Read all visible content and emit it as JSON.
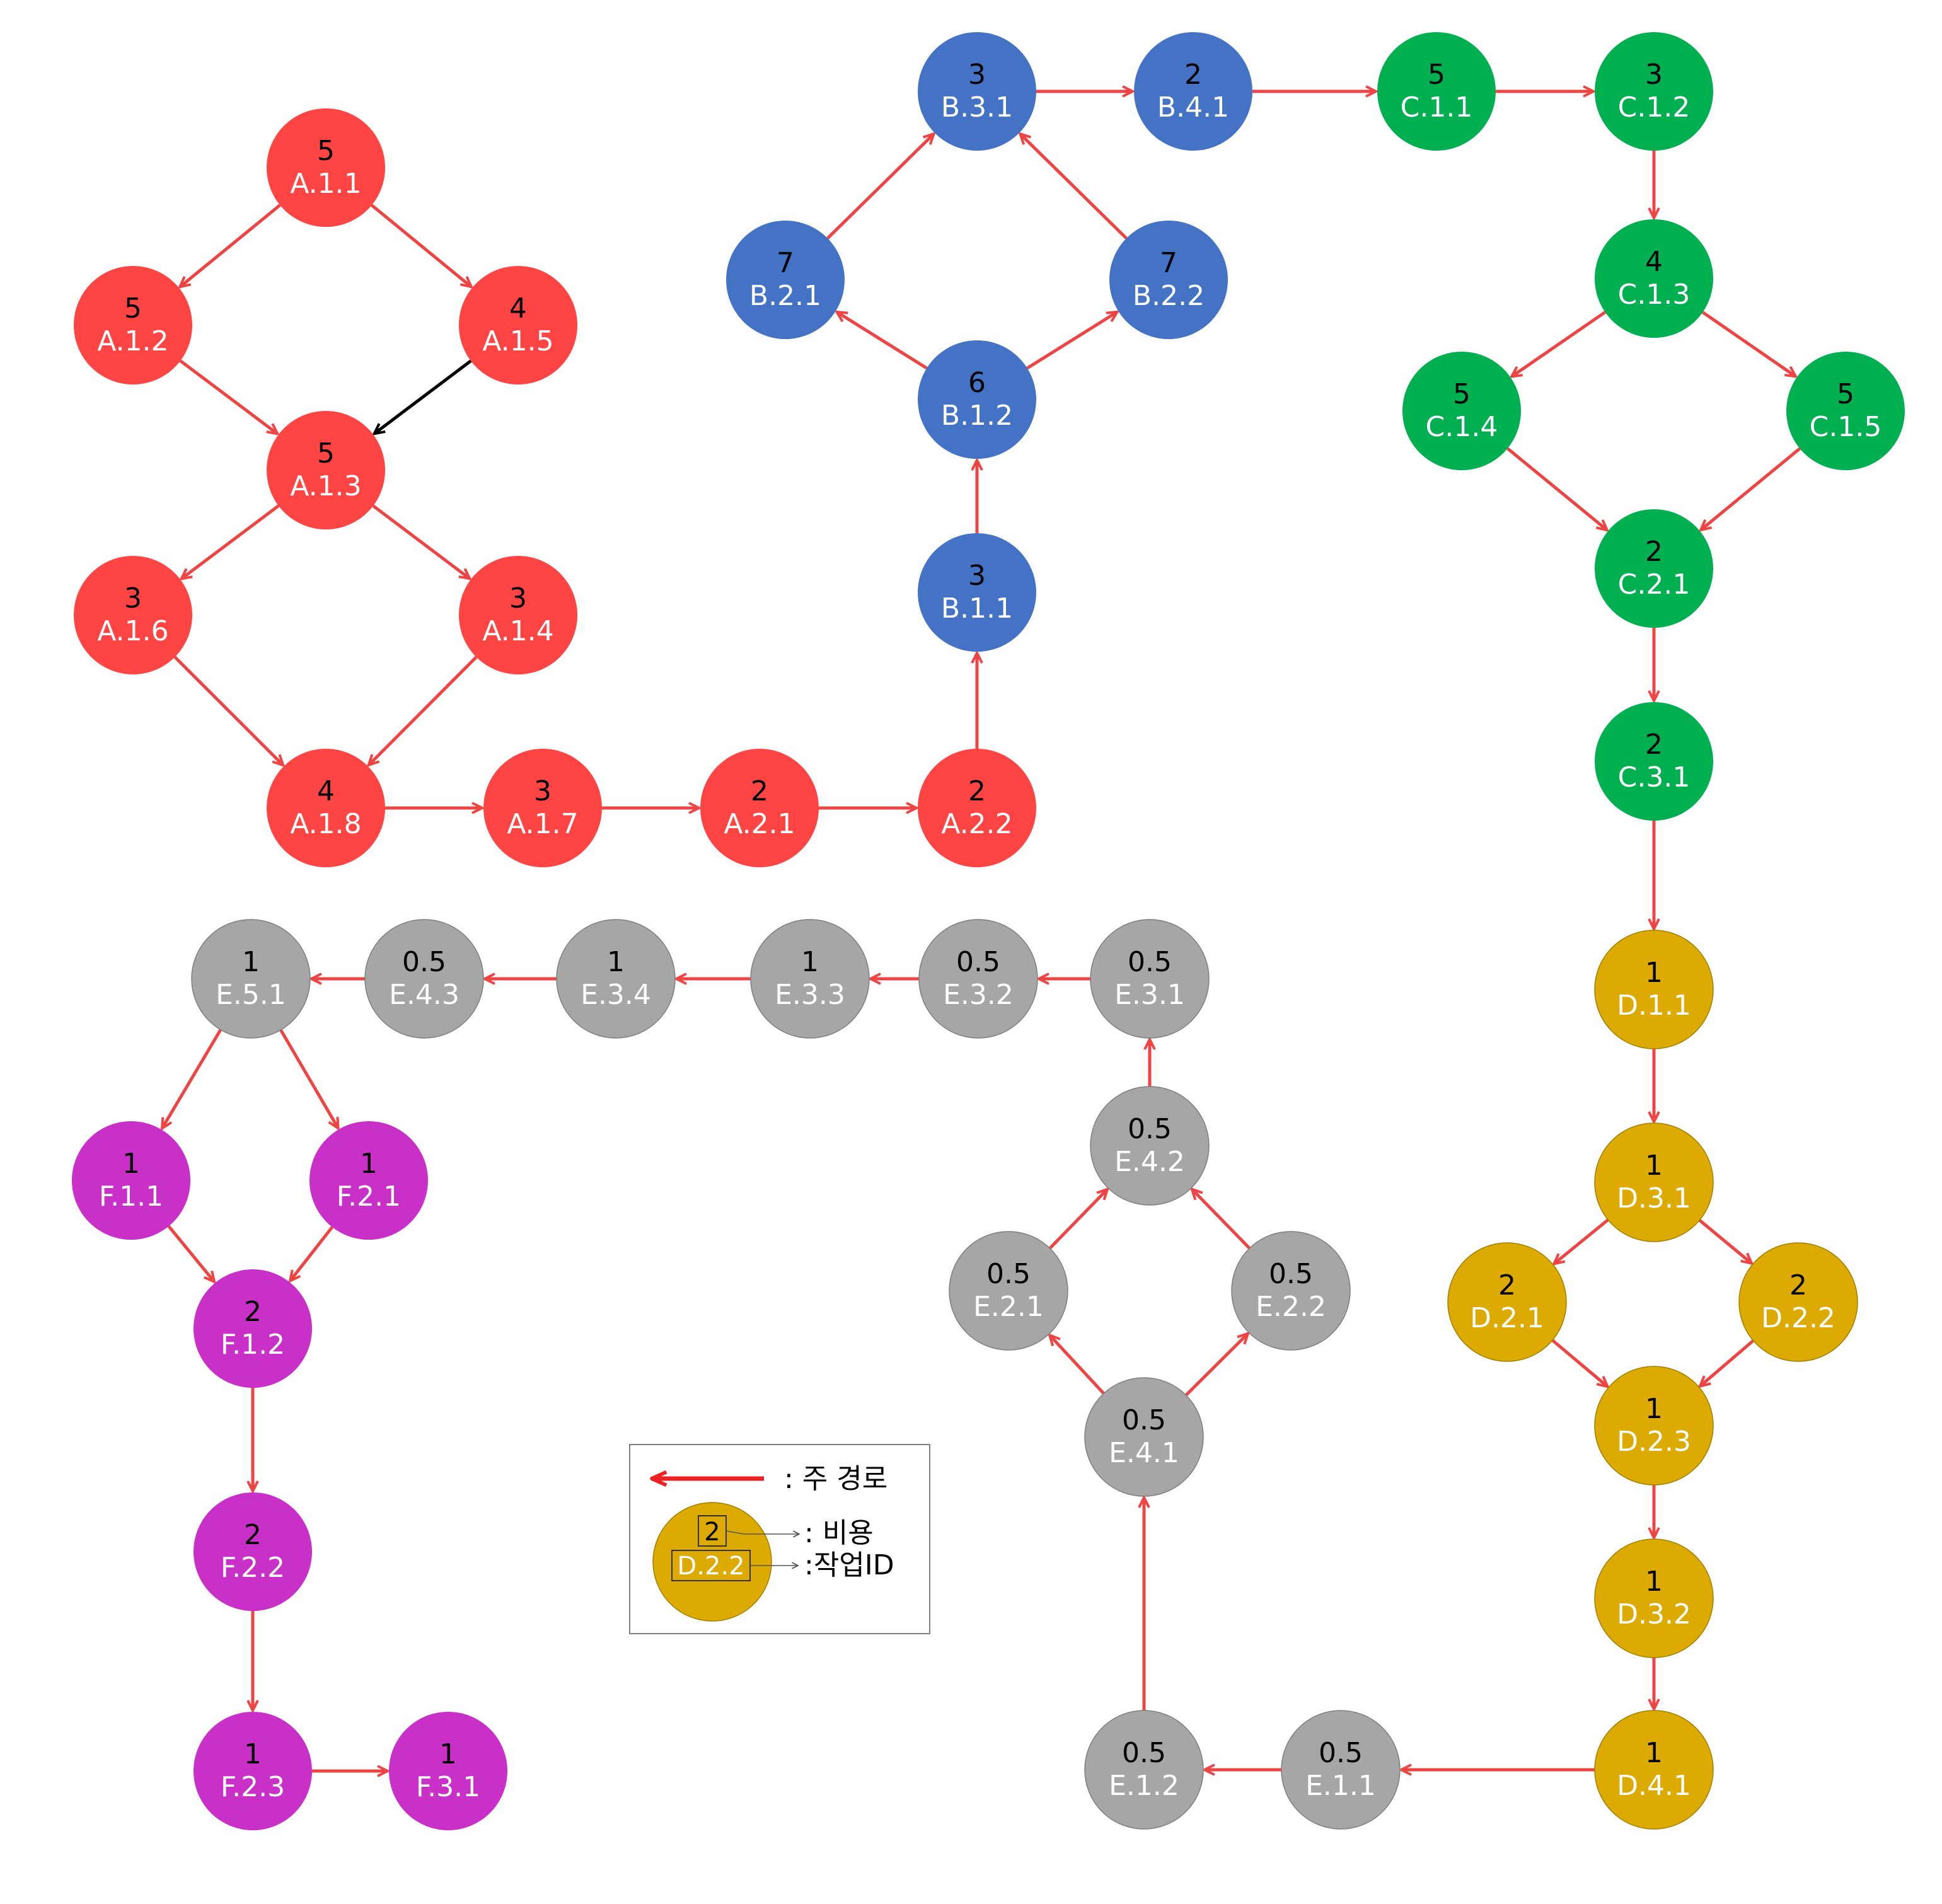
{
  "colors": {
    "A": "#ff4444",
    "B": "#4472c4",
    "C": "#00b050",
    "D": "#dcaa00",
    "E": "#a6a6a6",
    "F": "#c830c8",
    "main_edge": "#ee4444",
    "other_edge": "#000000"
  },
  "nodes": [
    {
      "id": "A.1.1",
      "cost": "5",
      "group": "A"
    },
    {
      "id": "A.1.2",
      "cost": "5",
      "group": "A"
    },
    {
      "id": "A.1.5",
      "cost": "4",
      "group": "A"
    },
    {
      "id": "A.1.3",
      "cost": "5",
      "group": "A"
    },
    {
      "id": "A.1.6",
      "cost": "3",
      "group": "A"
    },
    {
      "id": "A.1.4",
      "cost": "3",
      "group": "A"
    },
    {
      "id": "A.1.8",
      "cost": "4",
      "group": "A"
    },
    {
      "id": "A.1.7",
      "cost": "3",
      "group": "A"
    },
    {
      "id": "A.2.1",
      "cost": "2",
      "group": "A"
    },
    {
      "id": "A.2.2",
      "cost": "2",
      "group": "A"
    },
    {
      "id": "B.1.1",
      "cost": "3",
      "group": "B"
    },
    {
      "id": "B.1.2",
      "cost": "6",
      "group": "B"
    },
    {
      "id": "B.2.1",
      "cost": "7",
      "group": "B"
    },
    {
      "id": "B.2.2",
      "cost": "7",
      "group": "B"
    },
    {
      "id": "B.3.1",
      "cost": "3",
      "group": "B"
    },
    {
      "id": "B.4.1",
      "cost": "2",
      "group": "B"
    },
    {
      "id": "C.1.1",
      "cost": "5",
      "group": "C"
    },
    {
      "id": "C.1.2",
      "cost": "3",
      "group": "C"
    },
    {
      "id": "C.1.3",
      "cost": "4",
      "group": "C"
    },
    {
      "id": "C.1.4",
      "cost": "5",
      "group": "C"
    },
    {
      "id": "C.1.5",
      "cost": "5",
      "group": "C"
    },
    {
      "id": "C.2.1",
      "cost": "2",
      "group": "C"
    },
    {
      "id": "C.3.1",
      "cost": "2",
      "group": "C"
    },
    {
      "id": "D.1.1",
      "cost": "1",
      "group": "D"
    },
    {
      "id": "D.3.1",
      "cost": "1",
      "group": "D"
    },
    {
      "id": "D.2.1",
      "cost": "2",
      "group": "D"
    },
    {
      "id": "D.2.2",
      "cost": "2",
      "group": "D"
    },
    {
      "id": "D.2.3",
      "cost": "1",
      "group": "D"
    },
    {
      "id": "D.3.2",
      "cost": "1",
      "group": "D"
    },
    {
      "id": "D.4.1",
      "cost": "1",
      "group": "D"
    },
    {
      "id": "E.1.1",
      "cost": "0.5",
      "group": "E"
    },
    {
      "id": "E.1.2",
      "cost": "0.5",
      "group": "E"
    },
    {
      "id": "E.4.1",
      "cost": "0.5",
      "group": "E"
    },
    {
      "id": "E.2.1",
      "cost": "0.5",
      "group": "E"
    },
    {
      "id": "E.2.2",
      "cost": "0.5",
      "group": "E"
    },
    {
      "id": "E.4.2",
      "cost": "0.5",
      "group": "E"
    },
    {
      "id": "E.3.1",
      "cost": "0.5",
      "group": "E"
    },
    {
      "id": "E.3.2",
      "cost": "0.5",
      "group": "E"
    },
    {
      "id": "E.3.3",
      "cost": "1",
      "group": "E"
    },
    {
      "id": "E.3.4",
      "cost": "1",
      "group": "E"
    },
    {
      "id": "E.4.3",
      "cost": "0.5",
      "group": "E"
    },
    {
      "id": "E.5.1",
      "cost": "1",
      "group": "E"
    },
    {
      "id": "F.1.1",
      "cost": "1",
      "group": "F"
    },
    {
      "id": "F.2.1",
      "cost": "1",
      "group": "F"
    },
    {
      "id": "F.1.2",
      "cost": "2",
      "group": "F"
    },
    {
      "id": "F.2.2",
      "cost": "2",
      "group": "F"
    },
    {
      "id": "F.2.3",
      "cost": "1",
      "group": "F"
    },
    {
      "id": "F.3.1",
      "cost": "1",
      "group": "F"
    }
  ],
  "edges": [
    {
      "from": "A.1.1",
      "to": "A.1.2",
      "main": true
    },
    {
      "from": "A.1.1",
      "to": "A.1.5",
      "main": true
    },
    {
      "from": "A.1.2",
      "to": "A.1.3",
      "main": true
    },
    {
      "from": "A.1.5",
      "to": "A.1.3",
      "main": false
    },
    {
      "from": "A.1.3",
      "to": "A.1.6",
      "main": true
    },
    {
      "from": "A.1.3",
      "to": "A.1.4",
      "main": true
    },
    {
      "from": "A.1.6",
      "to": "A.1.8",
      "main": true
    },
    {
      "from": "A.1.4",
      "to": "A.1.8",
      "main": true
    },
    {
      "from": "A.1.8",
      "to": "A.1.7",
      "main": true
    },
    {
      "from": "A.1.7",
      "to": "A.2.1",
      "main": true
    },
    {
      "from": "A.2.1",
      "to": "A.2.2",
      "main": true
    },
    {
      "from": "A.2.2",
      "to": "B.1.1",
      "main": true
    },
    {
      "from": "B.1.1",
      "to": "B.1.2",
      "main": true
    },
    {
      "from": "B.1.2",
      "to": "B.2.1",
      "main": true
    },
    {
      "from": "B.1.2",
      "to": "B.2.2",
      "main": true
    },
    {
      "from": "B.2.1",
      "to": "B.3.1",
      "main": true
    },
    {
      "from": "B.2.2",
      "to": "B.3.1",
      "main": true
    },
    {
      "from": "B.3.1",
      "to": "B.4.1",
      "main": true
    },
    {
      "from": "B.4.1",
      "to": "C.1.1",
      "main": true
    },
    {
      "from": "C.1.1",
      "to": "C.1.2",
      "main": true
    },
    {
      "from": "C.1.2",
      "to": "C.1.3",
      "main": true
    },
    {
      "from": "C.1.3",
      "to": "C.1.4",
      "main": true
    },
    {
      "from": "C.1.3",
      "to": "C.1.5",
      "main": true
    },
    {
      "from": "C.1.4",
      "to": "C.2.1",
      "main": true
    },
    {
      "from": "C.1.5",
      "to": "C.2.1",
      "main": true
    },
    {
      "from": "C.2.1",
      "to": "C.3.1",
      "main": true
    },
    {
      "from": "C.3.1",
      "to": "D.1.1",
      "main": true
    },
    {
      "from": "D.1.1",
      "to": "D.3.1",
      "main": true
    },
    {
      "from": "D.3.1",
      "to": "D.2.1",
      "main": true
    },
    {
      "from": "D.3.1",
      "to": "D.2.2",
      "main": true
    },
    {
      "from": "D.2.1",
      "to": "D.2.3",
      "main": true
    },
    {
      "from": "D.2.2",
      "to": "D.2.3",
      "main": true
    },
    {
      "from": "D.2.3",
      "to": "D.3.2",
      "main": true
    },
    {
      "from": "D.3.2",
      "to": "D.4.1",
      "main": true
    },
    {
      "from": "D.4.1",
      "to": "E.1.1",
      "main": true
    },
    {
      "from": "E.1.1",
      "to": "E.1.2",
      "main": true
    },
    {
      "from": "E.1.2",
      "to": "E.4.1",
      "main": true
    },
    {
      "from": "E.4.1",
      "to": "E.2.1",
      "main": true
    },
    {
      "from": "E.4.1",
      "to": "E.2.2",
      "main": true
    },
    {
      "from": "E.2.1",
      "to": "E.4.2",
      "main": true
    },
    {
      "from": "E.2.2",
      "to": "E.4.2",
      "main": true
    },
    {
      "from": "E.4.2",
      "to": "E.3.1",
      "main": true
    },
    {
      "from": "E.3.1",
      "to": "E.3.2",
      "main": true
    },
    {
      "from": "E.3.2",
      "to": "E.3.3",
      "main": true
    },
    {
      "from": "E.3.3",
      "to": "E.3.4",
      "main": true
    },
    {
      "from": "E.3.4",
      "to": "E.4.3",
      "main": true
    },
    {
      "from": "E.4.3",
      "to": "E.5.1",
      "main": true
    },
    {
      "from": "E.5.1",
      "to": "F.1.1",
      "main": true
    },
    {
      "from": "E.5.1",
      "to": "F.2.1",
      "main": true
    },
    {
      "from": "F.1.1",
      "to": "F.1.2",
      "main": true
    },
    {
      "from": "F.2.1",
      "to": "F.1.2",
      "main": true
    },
    {
      "from": "F.1.2",
      "to": "F.2.2",
      "main": true
    },
    {
      "from": "F.2.2",
      "to": "F.2.3",
      "main": true
    },
    {
      "from": "F.2.3",
      "to": "F.3.1",
      "main": true
    }
  ],
  "legend": {
    "main_path_label": ": 주 경로",
    "example_cost": "2",
    "example_id": "D.2.2",
    "cost_label": ": 비용",
    "id_label": ":작업ID"
  }
}
